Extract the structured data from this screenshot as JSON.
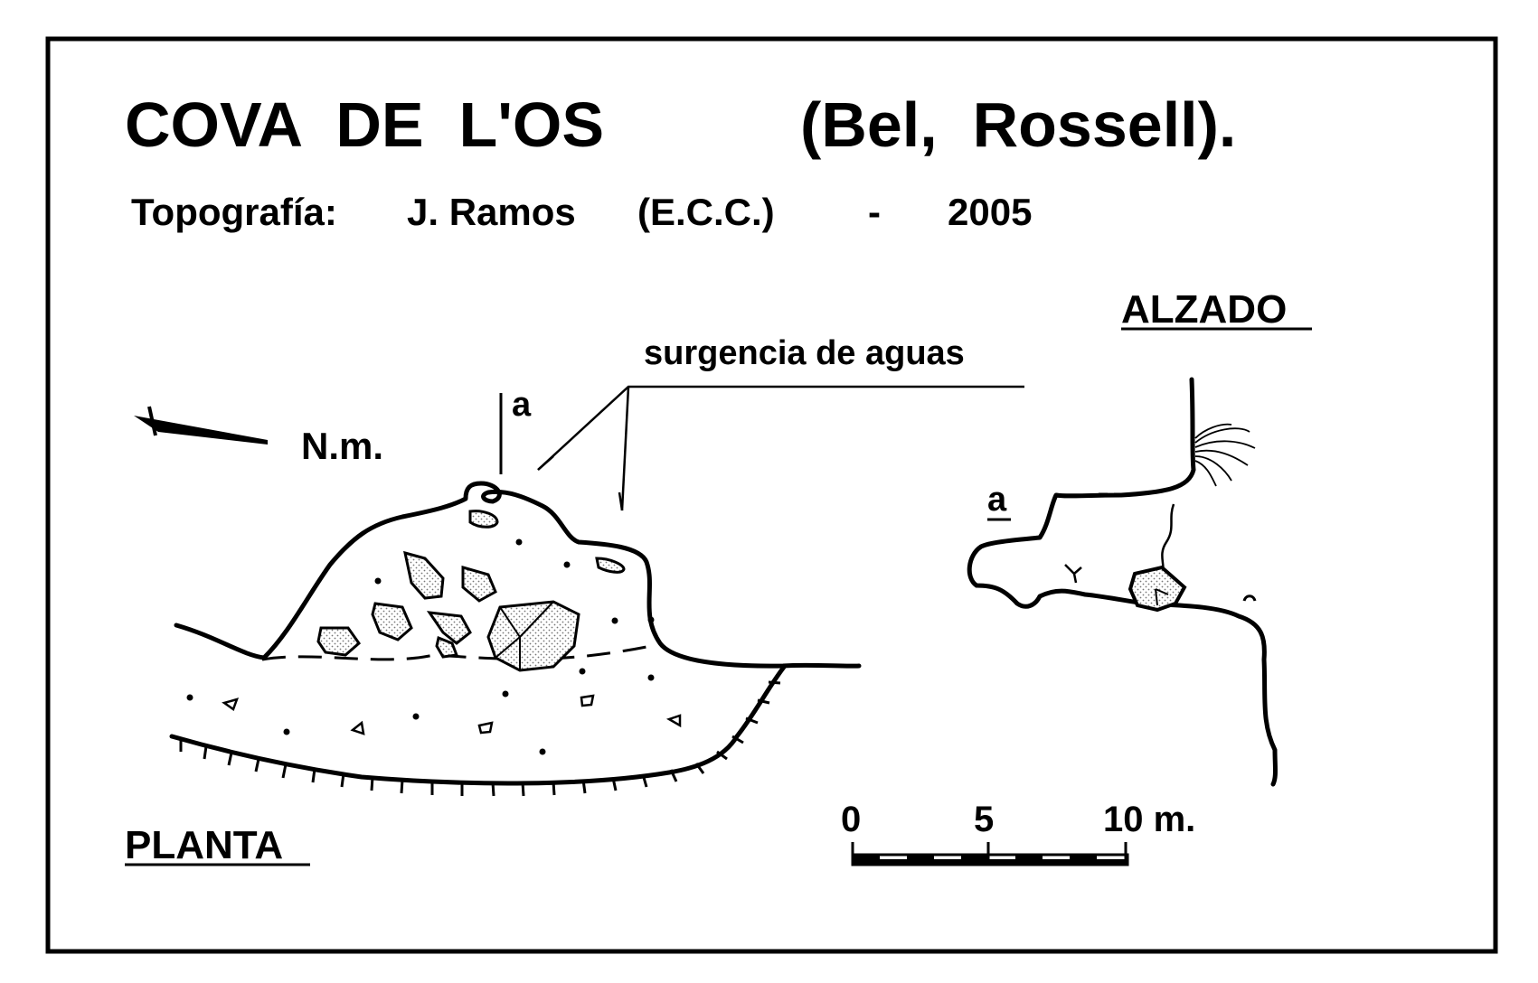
{
  "title": {
    "cave_name": "COVA  DE  L'OS",
    "location": "(Bel,  Rossell)."
  },
  "credits": {
    "survey_label": "Topografía:",
    "author": "J. Ramos",
    "group": "(E.C.C.)",
    "separator": "-",
    "year": "2005"
  },
  "planta": {
    "label": "PLANTA",
    "north_label": "N.m.",
    "section_mark": "a",
    "annotation": "surgencia de aguas"
  },
  "alzado": {
    "label": "ALZADO",
    "section_mark": "a"
  },
  "scale_bar": {
    "tick_0": "0",
    "tick_5": "5",
    "tick_10": "10 m."
  }
}
